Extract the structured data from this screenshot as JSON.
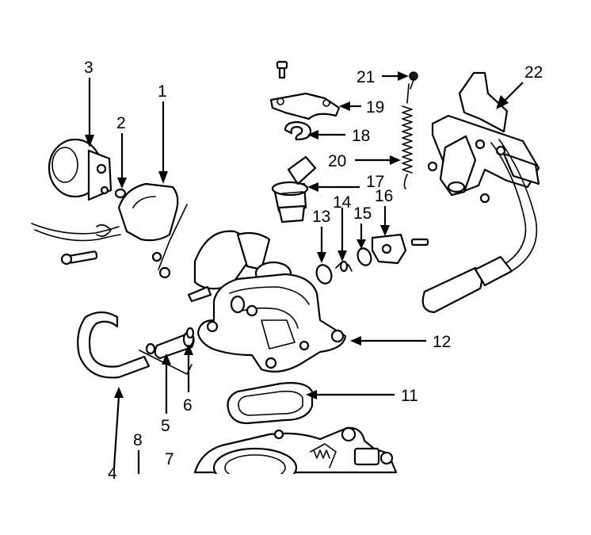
{
  "figure": {
    "background_color": "#ffffff",
    "ink_color": "#000000",
    "callouts": [
      {
        "id": "c1",
        "label": "1"
      },
      {
        "id": "c2",
        "label": "2"
      },
      {
        "id": "c3",
        "label": "3"
      },
      {
        "id": "c4",
        "label": "4"
      },
      {
        "id": "c5",
        "label": "5"
      },
      {
        "id": "c6",
        "label": "6"
      },
      {
        "id": "c7",
        "label": "7"
      },
      {
        "id": "c8",
        "label": "8"
      },
      {
        "id": "c11",
        "label": "11"
      },
      {
        "id": "c12",
        "label": "12"
      },
      {
        "id": "c13",
        "label": "13"
      },
      {
        "id": "c14",
        "label": "14"
      },
      {
        "id": "c15",
        "label": "15"
      },
      {
        "id": "c16",
        "label": "16"
      },
      {
        "id": "c17",
        "label": "17"
      },
      {
        "id": "c18",
        "label": "18"
      },
      {
        "id": "c19",
        "label": "19"
      },
      {
        "id": "c20",
        "label": "20"
      },
      {
        "id": "c21",
        "label": "21"
      },
      {
        "id": "c22",
        "label": "22"
      }
    ]
  }
}
